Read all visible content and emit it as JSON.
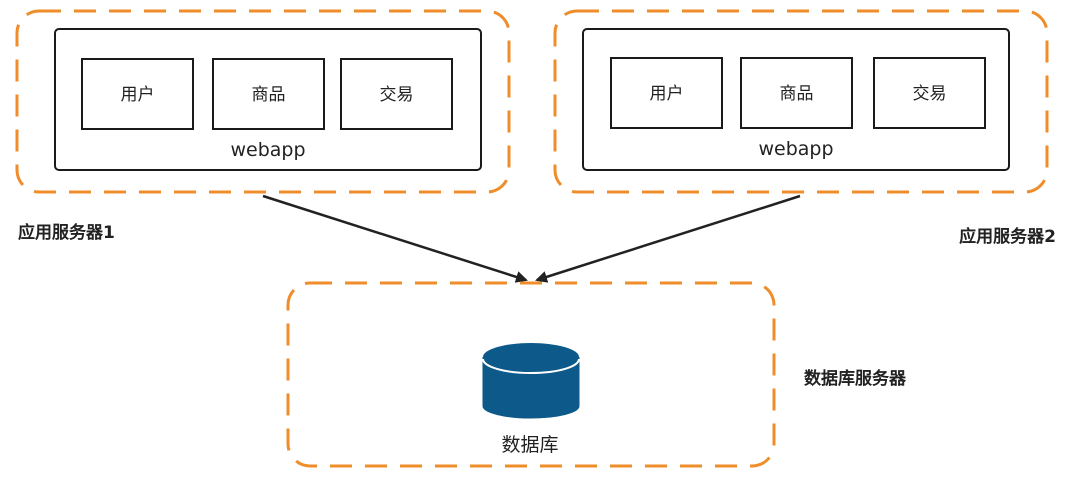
{
  "app_servers": [
    {
      "label": "应用服务器1",
      "webapp_label": "webapp",
      "modules": [
        "用户",
        "商品",
        "交易"
      ]
    },
    {
      "label": "应用服务器2",
      "webapp_label": "webapp",
      "modules": [
        "用户",
        "商品",
        "交易"
      ]
    }
  ],
  "db_server": {
    "label": "数据库服务器",
    "db_label": "数据库"
  },
  "colors": {
    "dashed_border": "#ef8d2b",
    "box_border": "#1a1a1a",
    "arrow": "#222222",
    "db_fill": "#0d5a8a",
    "db_stroke": "#ffffff"
  }
}
